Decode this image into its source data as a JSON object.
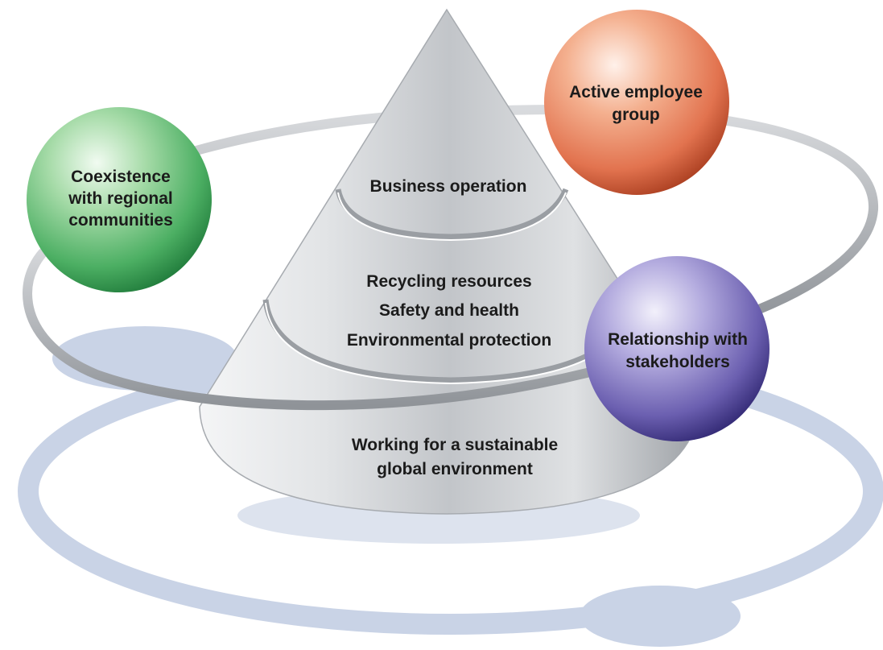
{
  "cone": {
    "top_band": "Business operation",
    "middle_band": [
      "Recycling resources",
      "Safety and health",
      "Environmental protection"
    ],
    "base_band": [
      "Working for a sustainable",
      "global environment"
    ]
  },
  "spheres": {
    "green": [
      "Coexistence",
      "with regional",
      "communities"
    ],
    "orange": [
      "Active employee",
      "group"
    ],
    "purple": [
      "Relationship with",
      "stakeholders"
    ]
  },
  "colors": {
    "green_sphere": "#4caf63",
    "orange_sphere": "#e2734f",
    "purple_sphere": "#6b5fb0",
    "shadow": "#c9d3e6",
    "ring": "#a9adb2",
    "cone": "#c7c9cc"
  }
}
